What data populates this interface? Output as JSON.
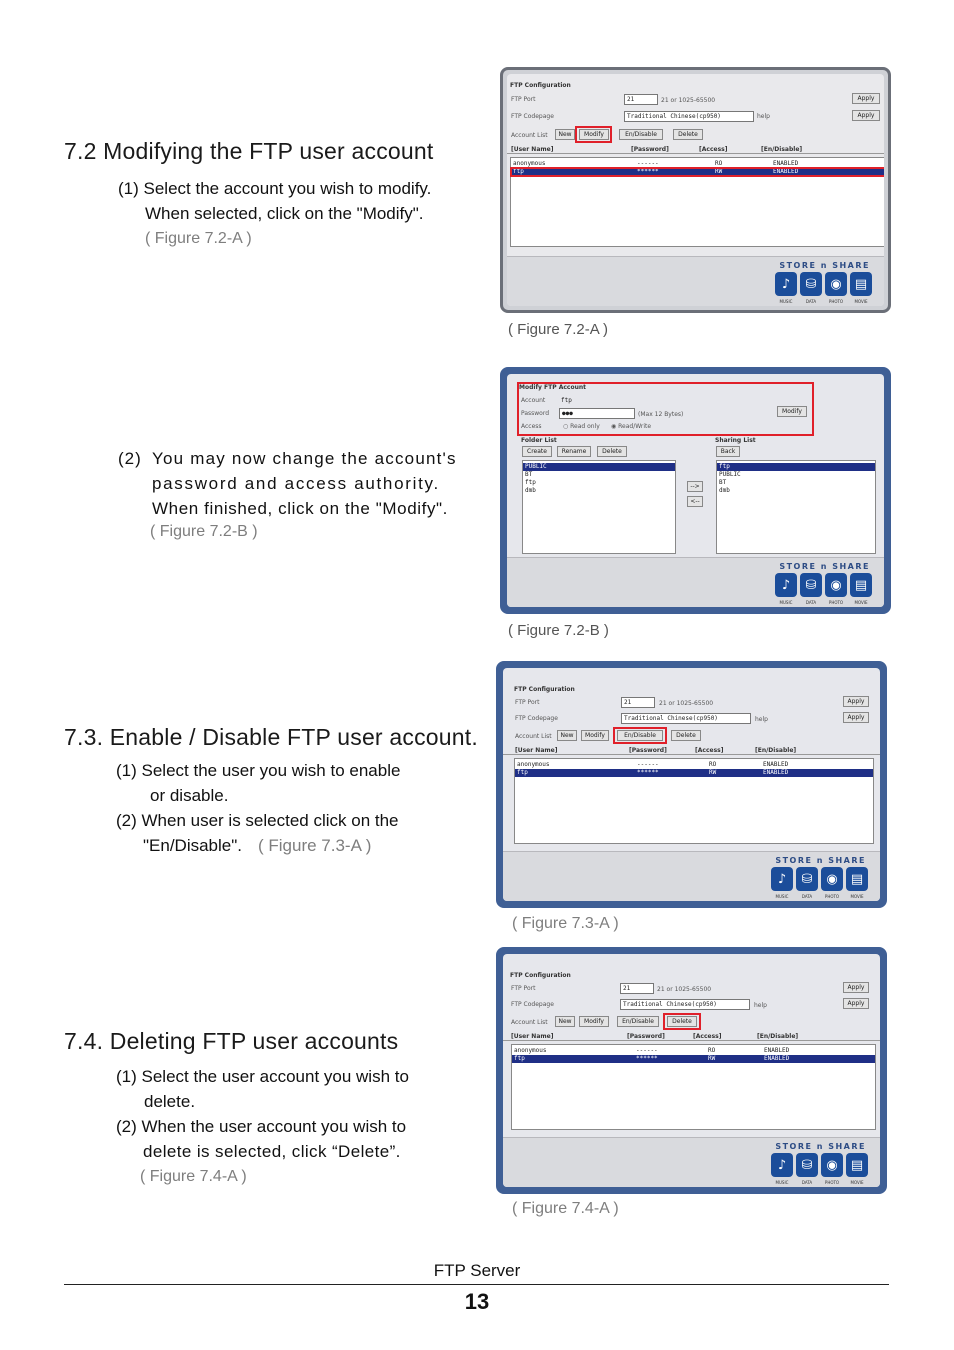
{
  "sections": {
    "s72": {
      "title": "7.2  Modifying the FTP user account",
      "step1_line1": "(1) Select the account you wish to modify.",
      "step1_line2": "When selected, click on the \"Modify\".",
      "step1_ref": "( Figure 7.2-A )",
      "step2_prefix": "(2)",
      "step2_line1": "You may now change the account's",
      "step2_line2": "password and access authority.",
      "step2_line3": "When finished, click on the \"Modify\".",
      "step2_ref": "( Figure 7.2-B )"
    },
    "s73": {
      "title": "7.3. Enable / Disable FTP user account.",
      "step1_line1": "(1) Select the user you wish to enable",
      "step1_line2": "or disable.",
      "step2_line1": "(2) When user is selected click on the",
      "step2_line2": "\"En/Disable\".",
      "step2_ref": "( Figure 7.3-A )"
    },
    "s74": {
      "title": "7.4. Deleting FTP user accounts",
      "step1_line1": "(1) Select the user account you wish to",
      "step1_line2": "delete.",
      "step2_line1": "(2) When the user account you wish to",
      "step2_line2": "delete is selected, click “Delete”.",
      "step2_ref": "( Figure 7.4-A )"
    }
  },
  "captions": {
    "fig72a": "( Figure 7.2-A )",
    "fig72b": "( Figure 7.2-B )",
    "fig73a": "( Figure 7.3-A )",
    "fig74a": "( Figure 7.4-A )"
  },
  "ftp_panel": {
    "title": "FTP Configuration",
    "port_label": "FTP Port",
    "port_value": "21",
    "port_hint": "21 or 1025-65500",
    "codepage_label": "FTP Codepage",
    "codepage_value": "Traditional Chinese(cp950)",
    "help": "help",
    "apply": "Apply",
    "account_list": "Account List",
    "new": "New",
    "modify": "Modify",
    "endisable": "En/Disable",
    "delete": "Delete",
    "col_user": "[User Name]",
    "col_password": "[Password]",
    "col_access": "[Access]",
    "col_endisable": "[En/Disable]",
    "rows": [
      {
        "user": "anonymous",
        "password": "------",
        "access": "RO",
        "state": "ENABLED"
      },
      {
        "user": "ftp",
        "password": "******",
        "access": "RW",
        "state": "ENABLED"
      }
    ]
  },
  "modify_panel": {
    "title": "Modify FTP Account",
    "account_label": "Account",
    "account_value": "ftp",
    "password_label": "Password",
    "password_value": "●●●",
    "password_hint": "(Max 12 Bytes)",
    "access_label": "Access",
    "access_ro": "Read only",
    "access_rw": "Read/Write",
    "modify": "Modify",
    "folder_list": "Folder List",
    "sharing_list": "Sharing List",
    "create": "Create",
    "rename": "Rename",
    "delete": "Delete",
    "back": "Back",
    "move_right": "-->",
    "move_left": "<--",
    "folders": [
      "PUBLIC",
      "BT",
      "ftp",
      "dmb"
    ],
    "shares": [
      "ftp",
      "PUBLIC",
      "BT",
      "dmb"
    ]
  },
  "brand": {
    "name": "STORE n SHARE",
    "icons": [
      "music-icon",
      "data-icon",
      "photo-icon",
      "movie-icon"
    ],
    "labels": [
      "MUSIC",
      "DATA",
      "PHOTO",
      "MOVIE"
    ]
  },
  "footer": {
    "section": "FTP Server",
    "page_number": "13"
  },
  "colors": {
    "highlight": "#e0202a",
    "selection": "#1f2f86",
    "brand_blue": "#1b4d9a"
  }
}
